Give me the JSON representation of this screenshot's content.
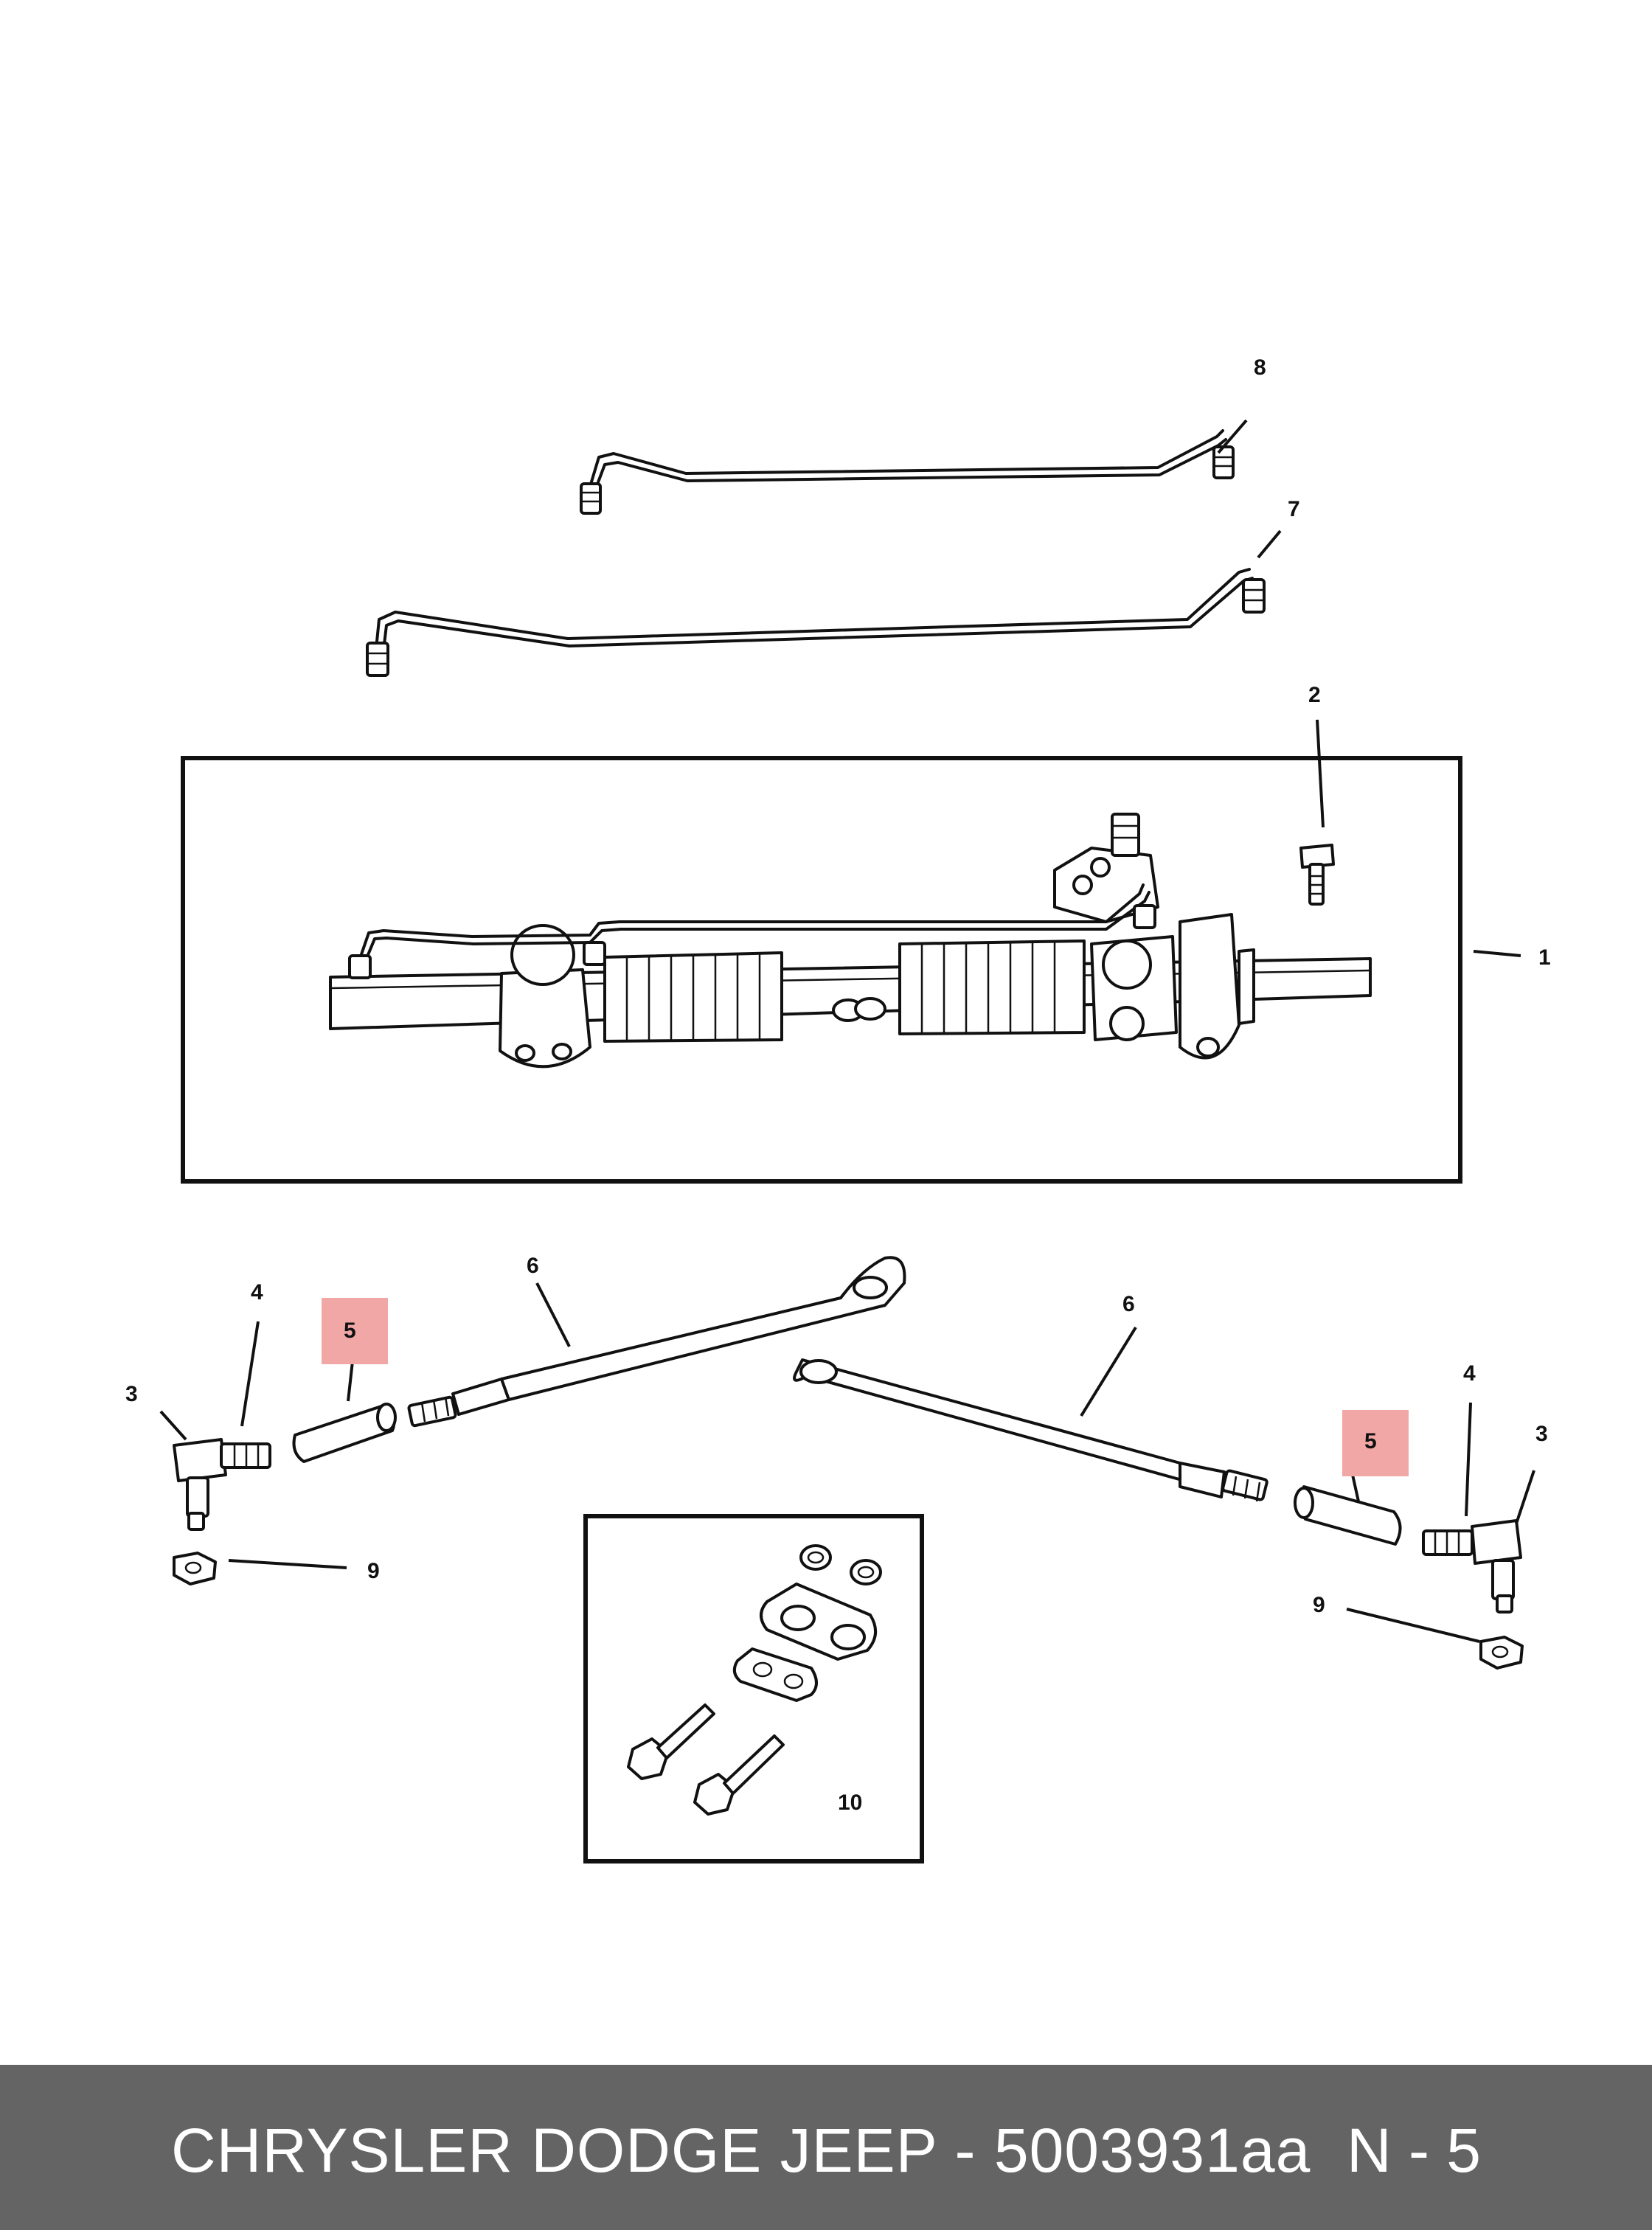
{
  "colors": {
    "highlight": "#f2a7a7",
    "footer_bg": "#646464",
    "footer_text": "#ffffff",
    "line": "#111111"
  },
  "callouts": {
    "c1": "1",
    "c2": "2",
    "c3_left": "3",
    "c3_right": "3",
    "c4_left": "4",
    "c4_right": "4",
    "c5_left": "5",
    "c5_right": "5",
    "c6_left": "6",
    "c6_right": "6",
    "c7": "7",
    "c8": "8",
    "c9_left": "9",
    "c9_right": "9",
    "c10": "10"
  },
  "footer": {
    "brand_part": "CHRYSLER DODGE JEEP - 5003931aa",
    "page_ref": "N - 5"
  }
}
